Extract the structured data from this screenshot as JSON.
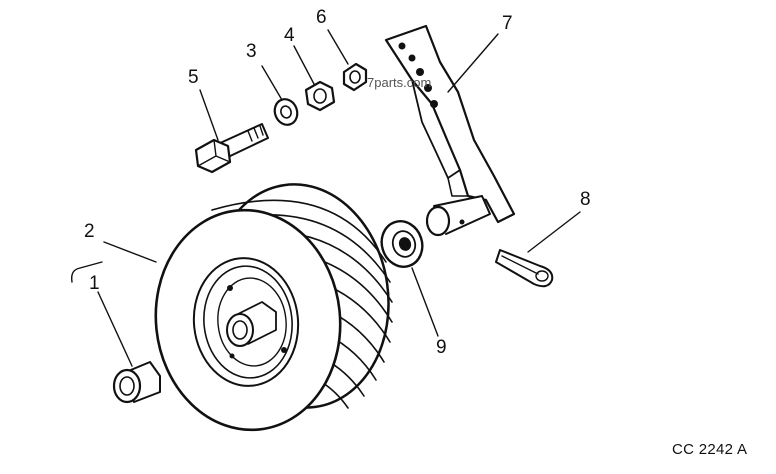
{
  "diagram": {
    "figure_code": "CC 2242 A",
    "watermark": "7parts.com",
    "callouts": [
      "1",
      "2",
      "3",
      "4",
      "5",
      "6",
      "7",
      "8",
      "9"
    ],
    "line_color": "#111111",
    "background": "#ffffff"
  },
  "parts": [
    {
      "callout": "1",
      "icon": "bushing-icon"
    },
    {
      "callout": "2",
      "icon": "wheel-tire-icon"
    },
    {
      "callout": "3",
      "icon": "washer-icon"
    },
    {
      "callout": "4",
      "icon": "nut-icon"
    },
    {
      "callout": "5",
      "icon": "bolt-icon"
    },
    {
      "callout": "6",
      "icon": "nut-icon"
    },
    {
      "callout": "7",
      "icon": "support-arm-icon"
    },
    {
      "callout": "8",
      "icon": "cotter-pin-icon"
    },
    {
      "callout": "9",
      "icon": "washer-icon"
    }
  ]
}
